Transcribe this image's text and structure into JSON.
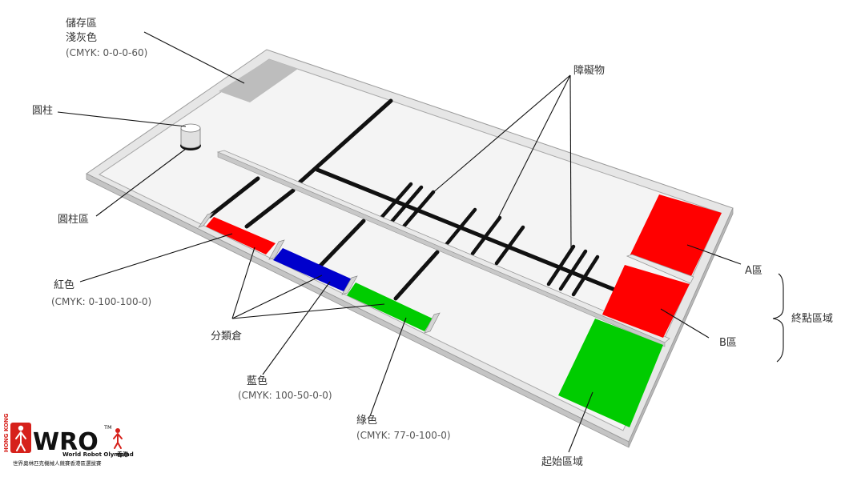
{
  "labels": {
    "storage_line1": "儲存區",
    "storage_line2": "淺灰色",
    "storage_cmyk": "(CMYK: 0-0-0-60)",
    "pillar": "圓柱",
    "pillar_zone": "圓柱區",
    "red_line1": "紅色",
    "red_cmyk": "(CMYK: 0-100-100-0)",
    "sort_bins": "分類倉",
    "blue_line1": "藍色",
    "blue_cmyk": "(CMYK: 100-50-0-0)",
    "green_line1": "綠色",
    "green_cmyk": "(CMYK: 77-0-100-0)",
    "obstacles": "障礙物",
    "zone_a": "A區",
    "zone_b": "B區",
    "end_zone": "終點區域",
    "start_zone": "起始區域"
  },
  "logo": {
    "letters": "WRO",
    "tm": "TM",
    "hk_vertical": "HONG KONG",
    "world": "World Robot Olympiad",
    "hk_cn": "香港",
    "subtitle": "世界奧林匹克機械人競賽香港區選拔賽"
  },
  "colors": {
    "red": "#ff0000",
    "blue": "#0000cc",
    "green": "#00cc00",
    "storage_gray": "#bdbdbd",
    "board": "#f4f4f4",
    "wall_top": "#e8e8e8",
    "wall_side": "#c9c9c9",
    "line": "#111111",
    "logo_red": "#d6211b"
  }
}
